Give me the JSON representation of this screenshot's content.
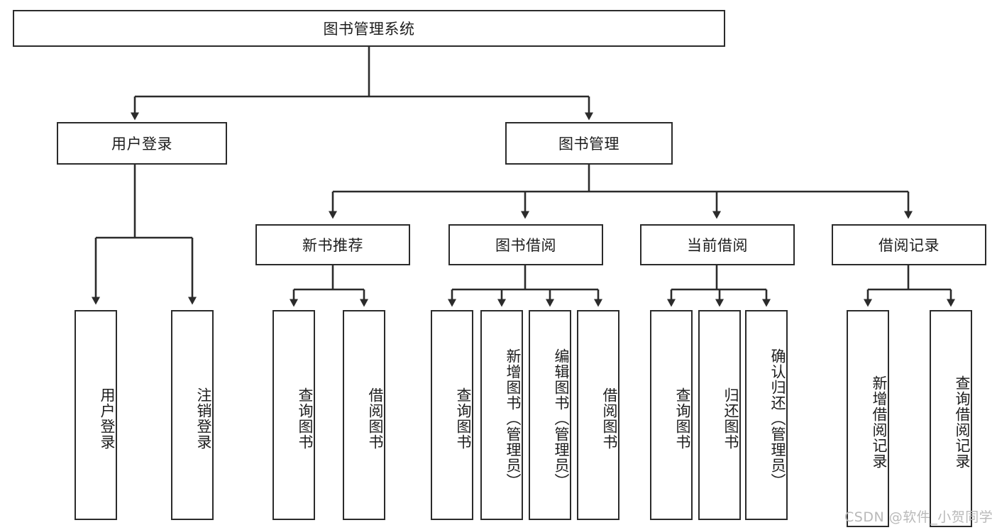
{
  "diagram": {
    "title": "图书管理系统",
    "type": "hierarchy-tree",
    "colors": {
      "stroke": "#2b2b2b",
      "fill": "#ffffff",
      "text": "#1d1d1d",
      "watermark": "#b9b9b9"
    },
    "levels": {
      "root": {
        "label": "图书管理系统"
      },
      "level2": [
        {
          "label": "用户登录"
        },
        {
          "label": "图书管理"
        }
      ],
      "level3": [
        {
          "label": "新书推荐"
        },
        {
          "label": "图书借阅"
        },
        {
          "label": "当前借阅"
        },
        {
          "label": "借阅记录"
        }
      ]
    },
    "leaves": {
      "user_login": [
        {
          "label": "用户登录"
        },
        {
          "label": "注销登录"
        }
      ],
      "new_book_recommend": [
        {
          "label": "查询图书"
        },
        {
          "label": "借阅图书"
        }
      ],
      "book_borrow": [
        {
          "label": "查询图书"
        },
        {
          "label": "新增图书（管理员）"
        },
        {
          "label": "编辑图书（管理员）"
        },
        {
          "label": "借阅图书"
        }
      ],
      "current_borrow": [
        {
          "label": "查询图书"
        },
        {
          "label": "归还图书"
        },
        {
          "label": "确认归还（管理员）"
        }
      ],
      "borrow_records": [
        {
          "label": "新增借阅记录"
        },
        {
          "label": "查询借阅记录"
        }
      ]
    },
    "watermark": "CSDN @软件_小贺同学"
  }
}
